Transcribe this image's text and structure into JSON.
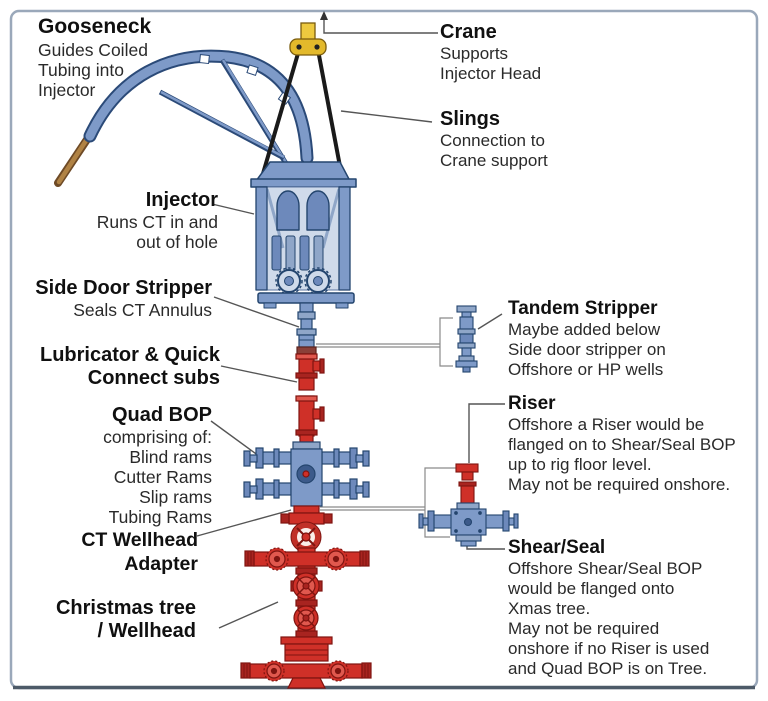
{
  "callouts": {
    "gooseneck": {
      "title": "Gooseneck",
      "lines": [
        "Guides Coiled",
        "Tubing into",
        "Injector"
      ]
    },
    "crane": {
      "title": "Crane",
      "lines": [
        "Supports",
        "Injector Head"
      ]
    },
    "slings": {
      "title": "Slings",
      "lines": [
        "Connection to",
        "Crane support"
      ]
    },
    "injector": {
      "title": "Injector",
      "lines": [
        "Runs CT in and",
        "out of hole"
      ]
    },
    "side_door_stripper": {
      "title": "Side Door Stripper",
      "lines": [
        "Seals CT Annulus"
      ]
    },
    "lubricator": {
      "title_lines": [
        "Lubricator & Quick",
        "Connect subs"
      ]
    },
    "quad_bop": {
      "title": "Quad BOP",
      "lines": [
        "comprising of:",
        "Blind rams",
        "Cutter Rams",
        "Slip rams",
        "Tubing Rams"
      ]
    },
    "ct_wellhead_adapter": {
      "title": "CT Wellhead Adapter"
    },
    "christmas_tree": {
      "title_lines": [
        "Christmas tree",
        "/ Wellhead"
      ]
    },
    "tandem_stripper": {
      "title": "Tandem Stripper",
      "lines": [
        "Maybe added below",
        "Side door stripper on",
        "Offshore or HP wells"
      ]
    },
    "riser": {
      "title": "Riser",
      "lines": [
        "Offshore a Riser would be",
        "flanged on to Shear/Seal BOP",
        "up to rig floor level.",
        "May not be required onshore."
      ]
    },
    "shear_seal": {
      "title": "Shear/Seal",
      "lines": [
        "Offshore Shear/Seal BOP",
        "would be flanged onto",
        "Xmas tree.",
        "May not be required",
        "onshore if no Riser is used",
        "and Quad BOP is on Tree."
      ]
    }
  },
  "components": [
    "crane-hook",
    "slings",
    "gooseneck",
    "injector",
    "side-door-stripper",
    "lubricator-quick-connect",
    "quad-bop",
    "ct-wellhead-adapter",
    "christmas-tree-wellhead",
    "tandem-stripper",
    "riser",
    "shear-seal-bop"
  ],
  "colors": {
    "equipment_blue": "#7e9ac8",
    "equipment_blue_dark": "#24456e",
    "panel_blue_light": "#cfdaea",
    "equipment_red": "#cf3028",
    "equipment_red_dark": "#7f1410",
    "hook_yellow": "#e8c230",
    "rod_brown": "#a87c4f",
    "sling_black": "#1a1a1a",
    "leader_line": "#555555",
    "border_gray": "#9aa8ba",
    "border_bottom_dark": "#4d5a68"
  }
}
